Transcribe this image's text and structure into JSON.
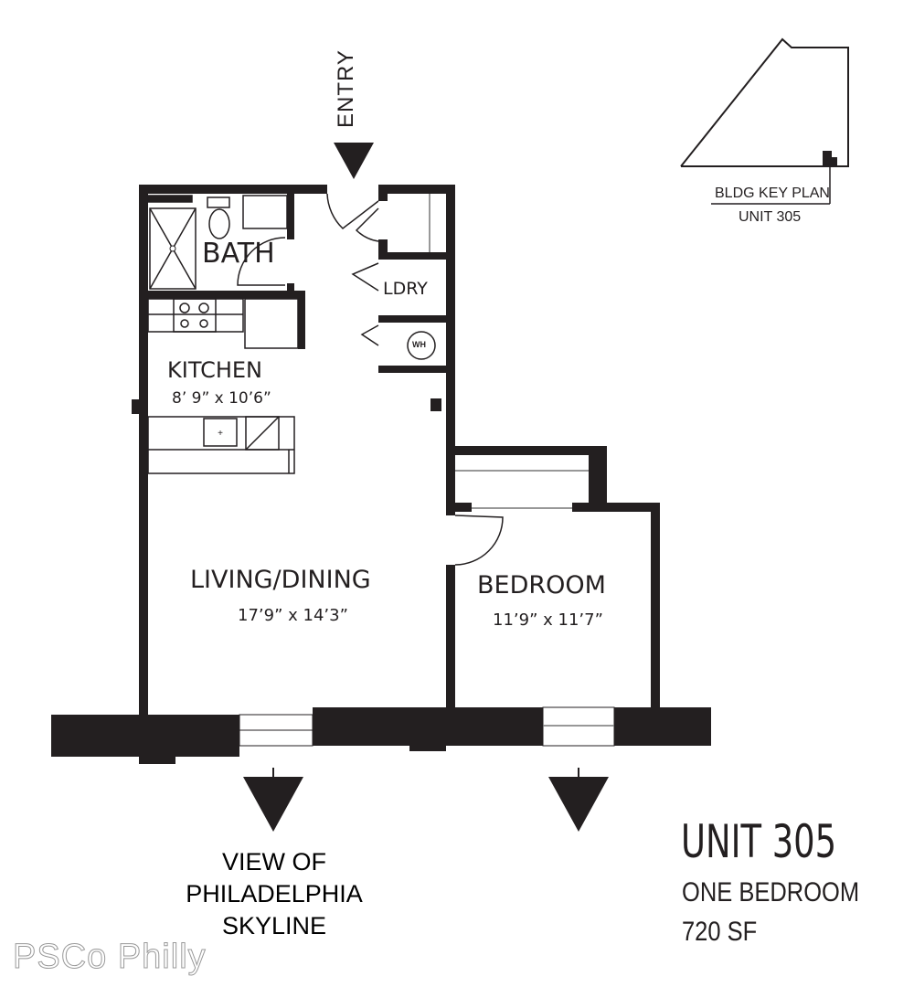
{
  "entry": {
    "label": "ENTRY",
    "icon": "down-arrow-icon"
  },
  "key_plan": {
    "title": "BLDG KEY PLAN",
    "unit": "UNIT 305"
  },
  "rooms": {
    "bath": {
      "name": "BATH"
    },
    "laundry": {
      "name": "LDRY"
    },
    "water_heater": {
      "name": "WH"
    },
    "kitchen": {
      "name": "KITCHEN",
      "dimensions": "8’ 9” x 10’6”"
    },
    "living": {
      "name": "LIVING/DINING",
      "dimensions": "17’9” x 14’3”"
    },
    "bedroom": {
      "name": "BEDROOM",
      "dimensions": "11’9” x 11’7”"
    }
  },
  "view": {
    "line1": "VIEW OF",
    "line2": "PHILADELPHIA",
    "line3": "SKYLINE",
    "icon": "down-arrow-icon"
  },
  "unit": {
    "title": "UNIT 305",
    "type": "ONE BEDROOM",
    "area": "720 SF"
  },
  "watermark": "PSCo Philly",
  "colors": {
    "wall": "#231f20",
    "background": "#ffffff"
  }
}
